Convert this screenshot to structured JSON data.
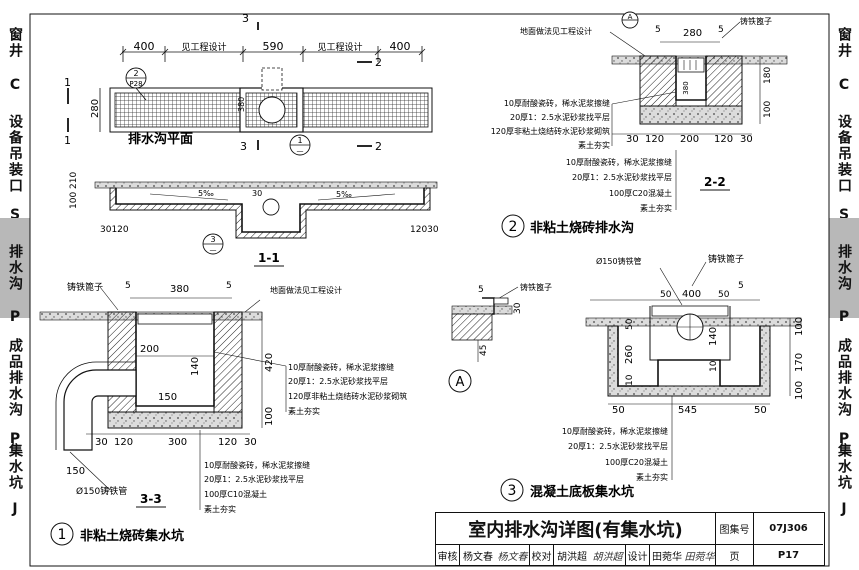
{
  "side_tabs_left": [
    "窗井",
    "C",
    "设备吊装口",
    "S",
    "排水沟",
    "P",
    "成品排水沟",
    "P",
    "集水坑",
    "J"
  ],
  "side_tabs_right": [
    "窗井",
    "C",
    "设备吊装口",
    "S",
    "排水沟",
    "P",
    "成品排水沟",
    "P",
    "集水坑",
    "J"
  ],
  "active_group": "排水沟",
  "plan": {
    "title": "排水沟平面",
    "dims": [
      "400",
      "见工程设计",
      "590",
      "见工程设计",
      "400"
    ],
    "section_marks": [
      "1",
      "1",
      "2",
      "2",
      "3",
      "3"
    ],
    "ref_top": "2",
    "ref_bottom": "P28",
    "side_dim": "280",
    "grate_dim": "380",
    "callout_num": "1",
    "callout_den": "—"
  },
  "section_1_1": {
    "title": "1-1",
    "slope_left": "5‰",
    "slope_right": "5‰",
    "dim_left_height": "100 210",
    "dim_left_bottom": "30120",
    "dim_right_bottom": "12030",
    "dim_middle": "30",
    "callout_num": "3",
    "callout_den": "—"
  },
  "detail_2": {
    "title": "非粘土烧砖排水沟",
    "number": "2",
    "section_title": "2-2",
    "grate": "铸铁篦子",
    "ground": "地面做法见工程设计",
    "ref_A": "A",
    "dim_top_5a": "5",
    "dim_top_280": "280",
    "dim_top_5b": "5",
    "dim_bottom": [
      "30",
      "120",
      "200",
      "120",
      "30"
    ],
    "dim_right": [
      "180",
      "100"
    ],
    "layers": [
      "10厚耐酸瓷砖，稀水泥浆擦缝",
      "20厚1：2.5水泥砂浆找平层",
      "120厚非粘土烧结砖水泥砂浆砌筑",
      "素土夯实"
    ],
    "layers_base": [
      "10厚耐酸瓷砖，稀水泥浆擦缝",
      "20厚1：2.5水泥砂浆找平层",
      "100厚C20混凝土",
      "素土夯实"
    ]
  },
  "detail_1": {
    "title": "非粘土烧砖集水坑",
    "number": "1",
    "section_title": "3-3",
    "grate": "铸铁篦子",
    "ground": "地面做法见工程设计",
    "pipe": "Ø150铸铁管",
    "dim_top": [
      "5",
      "380",
      "5"
    ],
    "dim_200": "200",
    "dim_140": "140",
    "dim_150": "150",
    "dim_420": "420",
    "dim_100": "100",
    "dim_bottom": [
      "30",
      "120",
      "300",
      "120",
      "30"
    ],
    "dim_pipe_150": "150",
    "layers": [
      "10厚耐酸瓷砖，稀水泥浆擦缝",
      "20厚1：2.5水泥砂浆找平层",
      "120厚非粘土烧结砖水泥砂浆砌筑",
      "素土夯实"
    ],
    "layers_base": [
      "10厚耐酸瓷砖，稀水泥浆擦缝",
      "20厚1：2.5水泥砂浆找平层",
      "100厚C10混凝土",
      "素土夯实"
    ]
  },
  "detail_A": {
    "label": "A",
    "grate": "铸铁篦子",
    "dim_5": "5",
    "dim_30": "30",
    "dim_45": "45"
  },
  "detail_3": {
    "title": "混凝土底板集水坑",
    "number": "3",
    "pipe": "Ø150铸铁管",
    "grate": "铸铁篦子",
    "dim_top": [
      "50",
      "400",
      "50"
    ],
    "dim_5": "5",
    "dim_left": [
      "50",
      "260",
      "10"
    ],
    "dim_mid": [
      "140",
      "10"
    ],
    "dim_right": [
      "100",
      "170",
      "100"
    ],
    "dim_bottom": [
      "50",
      "545",
      "50"
    ],
    "layers": [
      "10厚耐酸瓷砖，稀水泥浆擦缝",
      "20厚1：2.5水泥砂浆找平层",
      "100厚C20混凝土",
      "素土夯实"
    ]
  },
  "title_block": {
    "title": "室内排水沟详图(有集水坑)",
    "atlas_label": "图集号",
    "atlas_no": "07J306",
    "page_label": "页",
    "page_no": "P17",
    "audit_label": "审核",
    "audit_name": "杨文春",
    "audit_sig": "杨文春",
    "check_label": "校对",
    "check_name": "胡洪超",
    "check_sig": "胡洪超",
    "design_label": "设计",
    "design_name": "田菀华",
    "design_sig": "田菀华"
  }
}
